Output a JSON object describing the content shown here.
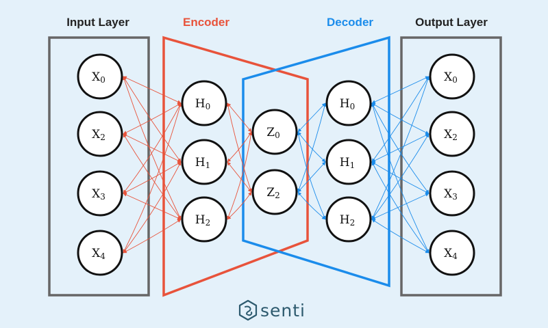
{
  "headers": {
    "input": "Input Layer",
    "encoder": "Encoder",
    "decoder": "Decoder",
    "output": "Output Layer"
  },
  "colors": {
    "background": "#e4f1fa",
    "encoder": "#e8533b",
    "decoder": "#1b8ceb",
    "box": "#666666",
    "node_fill": "#ffffff",
    "node_stroke": "#111111",
    "brand": "#2d5a6e"
  },
  "layers": {
    "input": {
      "nodes": [
        {
          "base": "X",
          "sub": "0"
        },
        {
          "base": "X",
          "sub": "2"
        },
        {
          "base": "X",
          "sub": "3"
        },
        {
          "base": "X",
          "sub": "4"
        }
      ]
    },
    "encoder_hidden": {
      "nodes": [
        {
          "base": "H",
          "sub": "0"
        },
        {
          "base": "H",
          "sub": "1"
        },
        {
          "base": "H",
          "sub": "2"
        }
      ]
    },
    "latent": {
      "nodes": [
        {
          "base": "Z",
          "sub": "0"
        },
        {
          "base": "Z",
          "sub": "2"
        }
      ]
    },
    "decoder_hidden": {
      "nodes": [
        {
          "base": "H",
          "sub": "0"
        },
        {
          "base": "H",
          "sub": "1"
        },
        {
          "base": "H",
          "sub": "2"
        }
      ]
    },
    "output": {
      "nodes": [
        {
          "base": "X",
          "sub": "0"
        },
        {
          "base": "X",
          "sub": "2"
        },
        {
          "base": "X",
          "sub": "3"
        },
        {
          "base": "X",
          "sub": "4"
        }
      ]
    }
  },
  "brand": {
    "name": "senti",
    "icon": "senti-logo-icon"
  }
}
